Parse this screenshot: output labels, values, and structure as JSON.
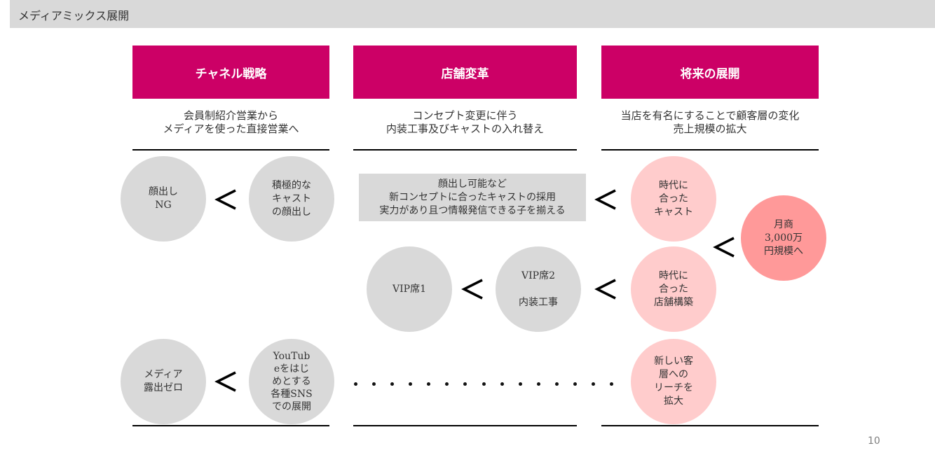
{
  "page": {
    "title": "メディアミックス展開",
    "page_number": "10",
    "accent_color": "#cc0066"
  },
  "columns": [
    {
      "header": "チャネル戦略",
      "description": "会員制紹介営業から\nメディアを使った直接営業へ"
    },
    {
      "header": "店舗変革",
      "description": "コンセプト変更に伴う\n内装工事及びキャストの入れ替え"
    },
    {
      "header": "将来の展開",
      "description": "当店を有名にすることで顧客層の変化\n売上規模の拡大"
    }
  ],
  "nodes": {
    "face_ng": "顔出し\nNG",
    "active_face": "積極的な\nキャスト\nの顔出し",
    "cast_box": "顔出し可能など\n新コンセプトに合ったキャストの採用\n実力があり且つ情報発信できる子を揃える",
    "cast_modern": "時代に\n合った\nキャスト",
    "vip1": "VIP席1",
    "vip2": "VIP席2\n\n内装工事",
    "store_modern": "時代に\n合った\n店舗構築",
    "monthly_sales": "月商\n3,000万\n円規模へ",
    "media_zero": "メディア\n露出ゼロ",
    "youtube_sns": "YouTub\neをはじ\nめとする\n各種SNS\nでの展開",
    "new_customers": "新しい客\n層への\nリーチを\n拡大"
  },
  "connector_icon": "less-than-arrow-icon",
  "ellipsis_dot_count": 15
}
